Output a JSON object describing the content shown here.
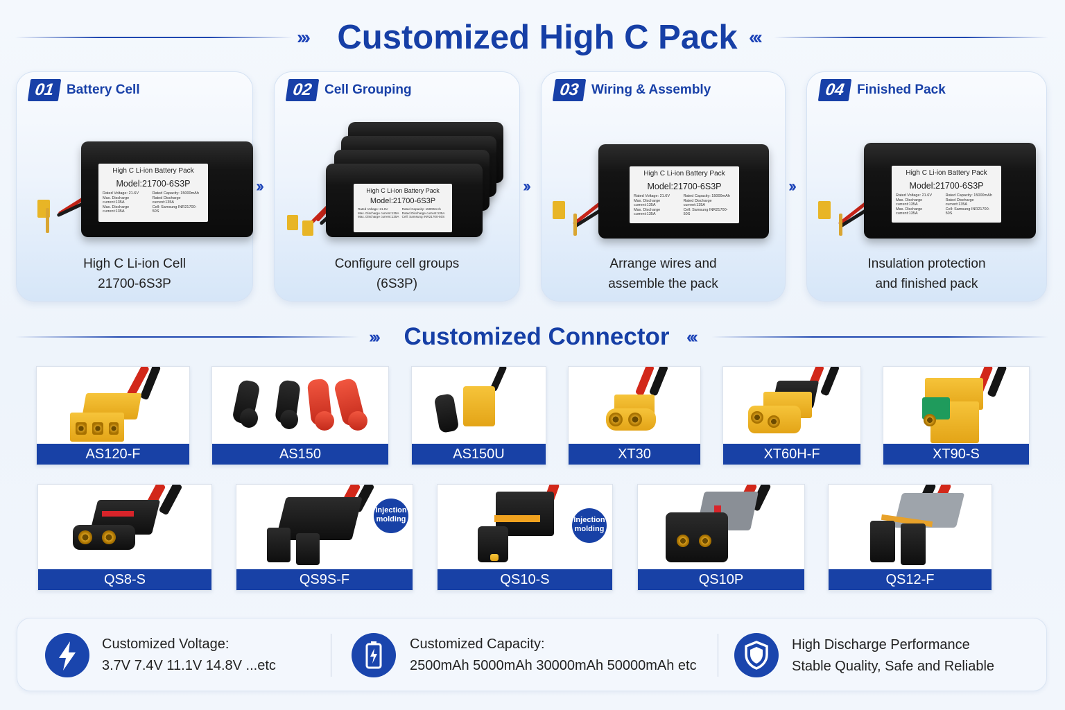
{
  "header": {
    "title": "Customized High C Pack"
  },
  "steps": [
    {
      "num": "01",
      "title": "Battery Cell",
      "desc": [
        "High C Li-ion Cell",
        "21700-6S3P"
      ]
    },
    {
      "num": "02",
      "title": "Cell Grouping",
      "desc": [
        "Configure cell groups",
        "(6S3P)"
      ]
    },
    {
      "num": "03",
      "title": "Wiring & Assembly",
      "desc": [
        "Arrange wires and",
        "assemble the pack"
      ]
    },
    {
      "num": "04",
      "title": "Finished Pack",
      "desc": [
        "Insulation protection",
        "and finished pack"
      ]
    }
  ],
  "battery_label": {
    "line1": "High C Li-ion Battery Pack",
    "line2": "Model:21700-6S3P",
    "specs_left": [
      "Rated Voltage: 21.6V",
      "Max. Discharge current:135A",
      "Max. Discharge current:135A"
    ],
    "specs_right": [
      "Rated Capacity: 15000mAh",
      "Rated Discharge current:135A",
      "Cell: Samsung INR21700-50S"
    ]
  },
  "connectors_section": {
    "title": "Customized Connector",
    "row1": [
      "AS120-F",
      "AS150",
      "AS150U",
      "XT30",
      "XT60H-F",
      "XT90-S"
    ],
    "row2": [
      "QS8-S",
      "QS9S-F",
      "QS10-S",
      "QS10P",
      "QS12-F"
    ],
    "badge": [
      "Injection",
      "molding"
    ]
  },
  "features": [
    {
      "icon": "lightning-icon",
      "title": "Customized Voltage:",
      "detail": "3.7V 7.4V 11.1V 14.8V ...etc"
    },
    {
      "icon": "battery-icon",
      "title": "Customized Capacity:",
      "detail": "2500mAh 5000mAh 30000mAh 50000mAh etc"
    },
    {
      "icon": "shield-icon",
      "title": "High Discharge Performance",
      "detail": "Stable Quality, Safe and Reliable"
    }
  ],
  "colors": {
    "brand_blue": "#1841a6",
    "connector_yellow": "#eeb52a",
    "wire_red": "#d93022"
  }
}
